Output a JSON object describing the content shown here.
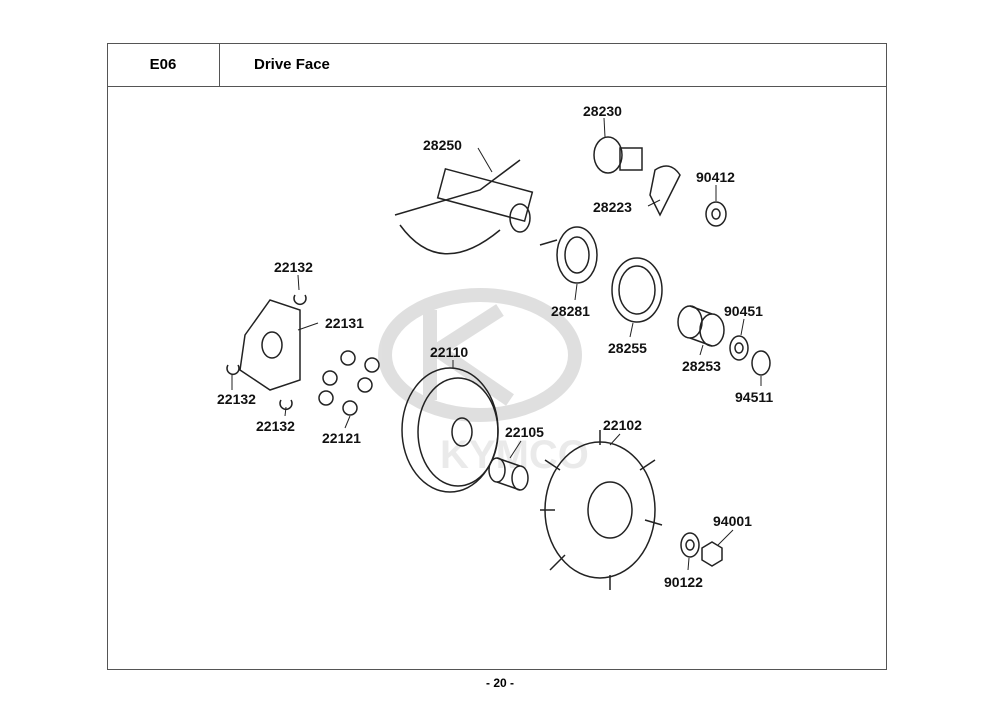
{
  "header": {
    "code": "E06",
    "title": "Drive Face"
  },
  "watermark": "KYMCO",
  "parts": [
    {
      "number": "28230"
    },
    {
      "number": "28250"
    },
    {
      "number": "90412"
    },
    {
      "number": "28223"
    },
    {
      "number": "22132"
    },
    {
      "number": "22131"
    },
    {
      "number": "28281"
    },
    {
      "number": "90451"
    },
    {
      "number": "28255"
    },
    {
      "number": "22110"
    },
    {
      "number": "28253"
    },
    {
      "number": "22132"
    },
    {
      "number": "94511"
    },
    {
      "number": "22132"
    },
    {
      "number": "22121"
    },
    {
      "number": "22102"
    },
    {
      "number": "22105"
    },
    {
      "number": "94001"
    },
    {
      "number": "90122"
    }
  ],
  "footer": {
    "page": "- 20 -"
  }
}
